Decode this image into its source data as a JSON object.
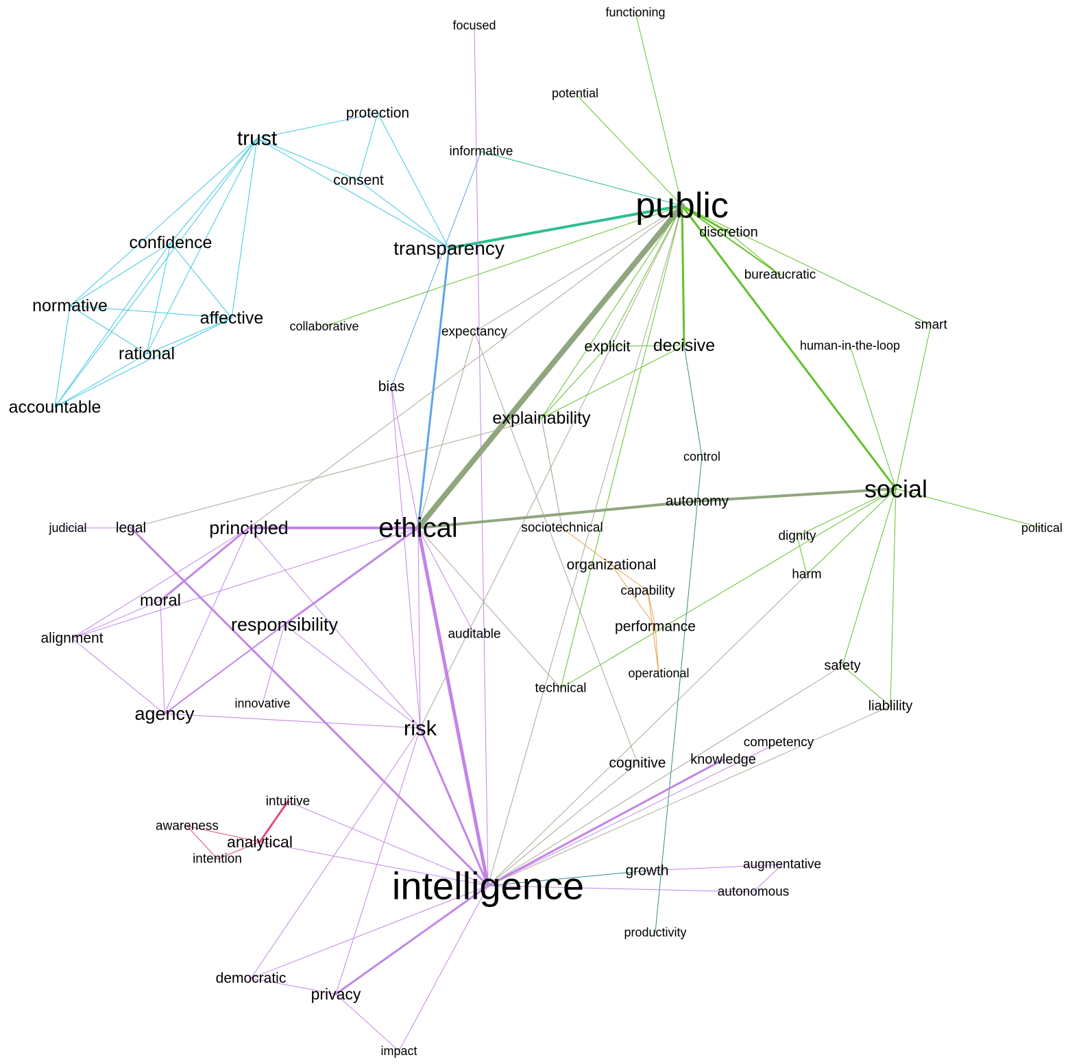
{
  "colors": {
    "cyan": "#3dc8e0",
    "teal": "#2bbf8f",
    "blue": "#5aa5e8",
    "green": "#62c02a",
    "olive": "#8fa67f",
    "gray": "#a9a794",
    "purple": "#c285e5",
    "red": "#e64a76",
    "orange": "#e8a04b",
    "dteal": "#2f8a8c"
  },
  "nodes": [
    {
      "id": "public",
      "label": "public",
      "group": "green"
    },
    {
      "id": "intelligence",
      "label": "intelligence",
      "group": "purple"
    },
    {
      "id": "ethical",
      "label": "ethical",
      "group": "purple"
    },
    {
      "id": "social",
      "label": "social",
      "group": "green"
    },
    {
      "id": "trust",
      "label": "trust",
      "group": "cyan"
    },
    {
      "id": "transparency",
      "label": "transparency",
      "group": "blue"
    },
    {
      "id": "principled",
      "label": "principled",
      "group": "purple"
    },
    {
      "id": "responsibility",
      "label": "responsibility",
      "group": "purple"
    },
    {
      "id": "risk",
      "label": "risk",
      "group": "purple"
    },
    {
      "id": "agency",
      "label": "agency",
      "group": "purple"
    },
    {
      "id": "explainability",
      "label": "explainability",
      "group": "green"
    },
    {
      "id": "confidence",
      "label": "confidence",
      "group": "cyan"
    },
    {
      "id": "normative",
      "label": "normative",
      "group": "cyan"
    },
    {
      "id": "affective",
      "label": "affective",
      "group": "cyan"
    },
    {
      "id": "rational",
      "label": "rational",
      "group": "cyan"
    },
    {
      "id": "accountable",
      "label": "accountable",
      "group": "cyan"
    },
    {
      "id": "decisive",
      "label": "decisive",
      "group": "green"
    },
    {
      "id": "explicit",
      "label": "explicit",
      "group": "green"
    },
    {
      "id": "moral",
      "label": "moral",
      "group": "purple"
    },
    {
      "id": "alignment",
      "label": "alignment",
      "group": "purple"
    },
    {
      "id": "legal",
      "label": "legal",
      "group": "purple"
    },
    {
      "id": "judicial",
      "label": "judicial",
      "group": "purple"
    },
    {
      "id": "protection",
      "label": "protection",
      "group": "cyan"
    },
    {
      "id": "consent",
      "label": "consent",
      "group": "cyan"
    },
    {
      "id": "informative",
      "label": "informative",
      "group": "teal"
    },
    {
      "id": "focused",
      "label": "focused",
      "group": "purple"
    },
    {
      "id": "functioning",
      "label": "functioning",
      "group": "green"
    },
    {
      "id": "potential",
      "label": "potential",
      "group": "green"
    },
    {
      "id": "discretion",
      "label": "discretion",
      "group": "green"
    },
    {
      "id": "bureaucratic",
      "label": "bureaucratic",
      "group": "green"
    },
    {
      "id": "smart",
      "label": "smart",
      "group": "green"
    },
    {
      "id": "human_in_the_loop",
      "label": "human-in-the-loop",
      "group": "green"
    },
    {
      "id": "collaborative",
      "label": "collaborative",
      "group": "green"
    },
    {
      "id": "expectancy",
      "label": "expectancy",
      "group": "gray"
    },
    {
      "id": "bias",
      "label": "bias",
      "group": "purple"
    },
    {
      "id": "control",
      "label": "control",
      "group": "dteal"
    },
    {
      "id": "autonomy",
      "label": "autonomy",
      "group": "olive"
    },
    {
      "id": "political",
      "label": "political",
      "group": "green"
    },
    {
      "id": "sociotechnical",
      "label": "sociotechnical",
      "group": "orange"
    },
    {
      "id": "organizational",
      "label": "organizational",
      "group": "orange"
    },
    {
      "id": "capability",
      "label": "capability",
      "group": "orange"
    },
    {
      "id": "performance",
      "label": "performance",
      "group": "orange"
    },
    {
      "id": "operational",
      "label": "operational",
      "group": "orange"
    },
    {
      "id": "dignity",
      "label": "dignity",
      "group": "green"
    },
    {
      "id": "harm",
      "label": "harm",
      "group": "green"
    },
    {
      "id": "safety",
      "label": "safety",
      "group": "green"
    },
    {
      "id": "liablility",
      "label": "liablility",
      "group": "green"
    },
    {
      "id": "auditable",
      "label": "auditable",
      "group": "purple"
    },
    {
      "id": "technical",
      "label": "technical",
      "group": "green"
    },
    {
      "id": "innovative",
      "label": "innovative",
      "group": "purple"
    },
    {
      "id": "competency",
      "label": "competency",
      "group": "purple"
    },
    {
      "id": "knowledge",
      "label": "knowledge",
      "group": "purple"
    },
    {
      "id": "cognitive",
      "label": "cognitive",
      "group": "gray"
    },
    {
      "id": "intuitive",
      "label": "intuitive",
      "group": "red"
    },
    {
      "id": "awareness",
      "label": "awareness",
      "group": "red"
    },
    {
      "id": "analytical",
      "label": "analytical",
      "group": "red"
    },
    {
      "id": "intention",
      "label": "intention",
      "group": "red"
    },
    {
      "id": "growth",
      "label": "growth",
      "group": "purple"
    },
    {
      "id": "augmentative",
      "label": "augmentative",
      "group": "purple"
    },
    {
      "id": "autonomous",
      "label": "autonomous",
      "group": "purple"
    },
    {
      "id": "productivity",
      "label": "productivity",
      "group": "dteal"
    },
    {
      "id": "democratic",
      "label": "democratic",
      "group": "purple"
    },
    {
      "id": "privacy",
      "label": "privacy",
      "group": "purple"
    },
    {
      "id": "impact",
      "label": "impact",
      "group": "purple"
    }
  ],
  "edges": [
    {
      "source": "trust",
      "target": "protection",
      "weight": 1,
      "color": "cyan"
    },
    {
      "source": "trust",
      "target": "consent",
      "weight": 1,
      "color": "cyan"
    },
    {
      "source": "trust",
      "target": "transparency",
      "weight": 1,
      "color": "cyan"
    },
    {
      "source": "trust",
      "target": "confidence",
      "weight": 1,
      "color": "cyan"
    },
    {
      "source": "trust",
      "target": "normative",
      "weight": 1,
      "color": "cyan"
    },
    {
      "source": "trust",
      "target": "affective",
      "weight": 1,
      "color": "cyan"
    },
    {
      "source": "trust",
      "target": "rational",
      "weight": 1,
      "color": "cyan"
    },
    {
      "source": "trust",
      "target": "accountable",
      "weight": 1,
      "color": "cyan"
    },
    {
      "source": "protection",
      "target": "consent",
      "weight": 1,
      "color": "cyan"
    },
    {
      "source": "protection",
      "target": "transparency",
      "weight": 1,
      "color": "cyan"
    },
    {
      "source": "consent",
      "target": "transparency",
      "weight": 1,
      "color": "cyan"
    },
    {
      "source": "confidence",
      "target": "normative",
      "weight": 1,
      "color": "cyan"
    },
    {
      "source": "confidence",
      "target": "affective",
      "weight": 1,
      "color": "cyan"
    },
    {
      "source": "confidence",
      "target": "rational",
      "weight": 1,
      "color": "cyan"
    },
    {
      "source": "confidence",
      "target": "accountable",
      "weight": 1,
      "color": "cyan"
    },
    {
      "source": "normative",
      "target": "affective",
      "weight": 1,
      "color": "cyan"
    },
    {
      "source": "normative",
      "target": "rational",
      "weight": 1,
      "color": "cyan"
    },
    {
      "source": "normative",
      "target": "accountable",
      "weight": 1,
      "color": "cyan"
    },
    {
      "source": "affective",
      "target": "rational",
      "weight": 1,
      "color": "cyan"
    },
    {
      "source": "affective",
      "target": "accountable",
      "weight": 1,
      "color": "cyan"
    },
    {
      "source": "rational",
      "target": "accountable",
      "weight": 1,
      "color": "cyan"
    },
    {
      "source": "transparency",
      "target": "public",
      "weight": 4,
      "color": "teal"
    },
    {
      "source": "transparency",
      "target": "ethical",
      "weight": 3,
      "color": "blue"
    },
    {
      "source": "informative",
      "target": "public",
      "weight": 1,
      "color": "teal"
    },
    {
      "source": "informative",
      "target": "bias",
      "weight": 1,
      "color": "blue"
    },
    {
      "source": "focused",
      "target": "intelligence",
      "weight": 1,
      "color": "purple"
    },
    {
      "source": "functioning",
      "target": "public",
      "weight": 1,
      "color": "green"
    },
    {
      "source": "potential",
      "target": "public",
      "weight": 1,
      "color": "green"
    },
    {
      "source": "public",
      "target": "discretion",
      "weight": 3,
      "color": "green"
    },
    {
      "source": "public",
      "target": "bureaucratic",
      "weight": 2,
      "color": "green"
    },
    {
      "source": "public",
      "target": "smart",
      "weight": 1,
      "color": "green"
    },
    {
      "source": "public",
      "target": "collaborative",
      "weight": 1,
      "color": "green"
    },
    {
      "source": "public",
      "target": "decisive",
      "weight": 3,
      "color": "green"
    },
    {
      "source": "public",
      "target": "social",
      "weight": 3,
      "color": "green"
    },
    {
      "source": "public",
      "target": "ethical",
      "weight": 8,
      "color": "olive"
    },
    {
      "source": "public",
      "target": "explainability",
      "weight": 1,
      "color": "green"
    },
    {
      "source": "public",
      "target": "explicit",
      "weight": 1,
      "color": "green"
    },
    {
      "source": "public",
      "target": "expectancy",
      "weight": 1,
      "color": "gray"
    },
    {
      "source": "public",
      "target": "principled",
      "weight": 1,
      "color": "gray"
    },
    {
      "source": "public",
      "target": "risk",
      "weight": 1,
      "color": "gray"
    },
    {
      "source": "public",
      "target": "intelligence",
      "weight": 1,
      "color": "gray"
    },
    {
      "source": "public",
      "target": "technical",
      "weight": 1,
      "color": "green"
    },
    {
      "source": "discretion",
      "target": "bureaucratic",
      "weight": 1,
      "color": "green"
    },
    {
      "source": "decisive",
      "target": "explicit",
      "weight": 1,
      "color": "green"
    },
    {
      "source": "decisive",
      "target": "explainability",
      "weight": 1,
      "color": "green"
    },
    {
      "source": "decisive",
      "target": "control",
      "weight": 1,
      "color": "dteal"
    },
    {
      "source": "explicit",
      "target": "explainability",
      "weight": 1,
      "color": "green"
    },
    {
      "source": "explainability",
      "target": "legal",
      "weight": 1,
      "color": "gray"
    },
    {
      "source": "explainability",
      "target": "sociotechnical",
      "weight": 1,
      "color": "olive"
    },
    {
      "source": "control",
      "target": "productivity",
      "weight": 1,
      "color": "dteal"
    },
    {
      "source": "social",
      "target": "autonomy",
      "weight": 4,
      "color": "olive"
    },
    {
      "source": "autonomy",
      "target": "ethical",
      "weight": 4,
      "color": "olive"
    },
    {
      "source": "social",
      "target": "political",
      "weight": 1,
      "color": "green"
    },
    {
      "source": "social",
      "target": "smart",
      "weight": 1,
      "color": "green"
    },
    {
      "source": "social",
      "target": "human_in_the_loop",
      "weight": 1,
      "color": "green"
    },
    {
      "source": "social",
      "target": "dignity",
      "weight": 1,
      "color": "green"
    },
    {
      "source": "social",
      "target": "harm",
      "weight": 1,
      "color": "green"
    },
    {
      "source": "social",
      "target": "safety",
      "weight": 1,
      "color": "green"
    },
    {
      "source": "social",
      "target": "liablility",
      "weight": 1,
      "color": "green"
    },
    {
      "source": "social",
      "target": "technical",
      "weight": 1,
      "color": "green"
    },
    {
      "source": "dignity",
      "target": "harm",
      "weight": 1,
      "color": "green"
    },
    {
      "source": "safety",
      "target": "liablility",
      "weight": 1,
      "color": "green"
    },
    {
      "source": "harm",
      "target": "intelligence",
      "weight": 1,
      "color": "gray"
    },
    {
      "source": "safety",
      "target": "intelligence",
      "weight": 1,
      "color": "gray"
    },
    {
      "source": "liablility",
      "target": "intelligence",
      "weight": 1,
      "color": "gray"
    },
    {
      "source": "sociotechnical",
      "target": "organizational",
      "weight": 1,
      "color": "orange"
    },
    {
      "source": "organizational",
      "target": "capability",
      "weight": 1,
      "color": "orange"
    },
    {
      "source": "organizational",
      "target": "performance",
      "weight": 1,
      "color": "orange"
    },
    {
      "source": "capability",
      "target": "performance",
      "weight": 1,
      "color": "orange"
    },
    {
      "source": "capability",
      "target": "operational",
      "weight": 1,
      "color": "orange"
    },
    {
      "source": "performance",
      "target": "operational",
      "weight": 1,
      "color": "orange"
    },
    {
      "source": "ethical",
      "target": "principled",
      "weight": 4,
      "color": "purple"
    },
    {
      "source": "ethical",
      "target": "responsibility",
      "weight": 3,
      "color": "purple"
    },
    {
      "source": "ethical",
      "target": "intelligence",
      "weight": 5,
      "color": "purple"
    },
    {
      "source": "ethical",
      "target": "risk",
      "weight": 1,
      "color": "purple"
    },
    {
      "source": "ethical",
      "target": "auditable",
      "weight": 1,
      "color": "purple"
    },
    {
      "source": "ethical",
      "target": "alignment",
      "weight": 1,
      "color": "purple"
    },
    {
      "source": "ethical",
      "target": "technical",
      "weight": 1,
      "color": "gray"
    },
    {
      "source": "ethical",
      "target": "expectancy",
      "weight": 1,
      "color": "gray"
    },
    {
      "source": "legal",
      "target": "judicial",
      "weight": 1,
      "color": "purple"
    },
    {
      "source": "legal",
      "target": "intelligence",
      "weight": 3,
      "color": "purple"
    },
    {
      "source": "principled",
      "target": "moral",
      "weight": 3,
      "color": "purple"
    },
    {
      "source": "principled",
      "target": "agency",
      "weight": 1,
      "color": "purple"
    },
    {
      "source": "principled",
      "target": "risk",
      "weight": 1,
      "color": "purple"
    },
    {
      "source": "principled",
      "target": "alignment",
      "weight": 1,
      "color": "purple"
    },
    {
      "source": "moral",
      "target": "alignment",
      "weight": 1,
      "color": "purple"
    },
    {
      "source": "moral",
      "target": "agency",
      "weight": 1,
      "color": "purple"
    },
    {
      "source": "alignment",
      "target": "agency",
      "weight": 1,
      "color": "purple"
    },
    {
      "source": "responsibility",
      "target": "agency",
      "weight": 2,
      "color": "purple"
    },
    {
      "source": "responsibility",
      "target": "innovative",
      "weight": 1,
      "color": "purple"
    },
    {
      "source": "responsibility",
      "target": "risk",
      "weight": 1,
      "color": "purple"
    },
    {
      "source": "agency",
      "target": "risk",
      "weight": 1,
      "color": "purple"
    },
    {
      "source": "bias",
      "target": "risk",
      "weight": 1,
      "color": "purple"
    },
    {
      "source": "bias",
      "target": "intelligence",
      "weight": 1,
      "color": "purple"
    },
    {
      "source": "risk",
      "target": "intelligence",
      "weight": 3,
      "color": "purple"
    },
    {
      "source": "risk",
      "target": "democratic",
      "weight": 1,
      "color": "purple"
    },
    {
      "source": "risk",
      "target": "privacy",
      "weight": 1,
      "color": "purple"
    },
    {
      "source": "intelligence",
      "target": "privacy",
      "weight": 3,
      "color": "purple"
    },
    {
      "source": "intelligence",
      "target": "democratic",
      "weight": 1,
      "color": "purple"
    },
    {
      "source": "intelligence",
      "target": "impact",
      "weight": 1,
      "color": "purple"
    },
    {
      "source": "democratic",
      "target": "privacy",
      "weight": 1,
      "color": "purple"
    },
    {
      "source": "privacy",
      "target": "impact",
      "weight": 1,
      "color": "purple"
    },
    {
      "source": "intelligence",
      "target": "knowledge",
      "weight": 3,
      "color": "purple"
    },
    {
      "source": "intelligence",
      "target": "competency",
      "weight": 1,
      "color": "purple"
    },
    {
      "source": "intelligence",
      "target": "cognitive",
      "weight": 1,
      "color": "gray"
    },
    {
      "source": "intelligence",
      "target": "growth",
      "weight": 1,
      "color": "dteal"
    },
    {
      "source": "intelligence",
      "target": "autonomous",
      "weight": 1,
      "color": "purple"
    },
    {
      "source": "intelligence",
      "target": "intuitive",
      "weight": 1,
      "color": "purple"
    },
    {
      "source": "intelligence",
      "target": "analytical",
      "weight": 1,
      "color": "purple"
    },
    {
      "source": "growth",
      "target": "augmentative",
      "weight": 1,
      "color": "purple"
    },
    {
      "source": "autonomous",
      "target": "augmentative",
      "weight": 1,
      "color": "purple"
    },
    {
      "source": "cognitive",
      "target": "expectancy",
      "weight": 1,
      "color": "gray"
    },
    {
      "source": "intuitive",
      "target": "analytical",
      "weight": 3,
      "color": "red"
    },
    {
      "source": "awareness",
      "target": "analytical",
      "weight": 1,
      "color": "red"
    },
    {
      "source": "awareness",
      "target": "intention",
      "weight": 1,
      "color": "red"
    },
    {
      "source": "analytical",
      "target": "intention",
      "weight": 1,
      "color": "red"
    }
  ]
}
